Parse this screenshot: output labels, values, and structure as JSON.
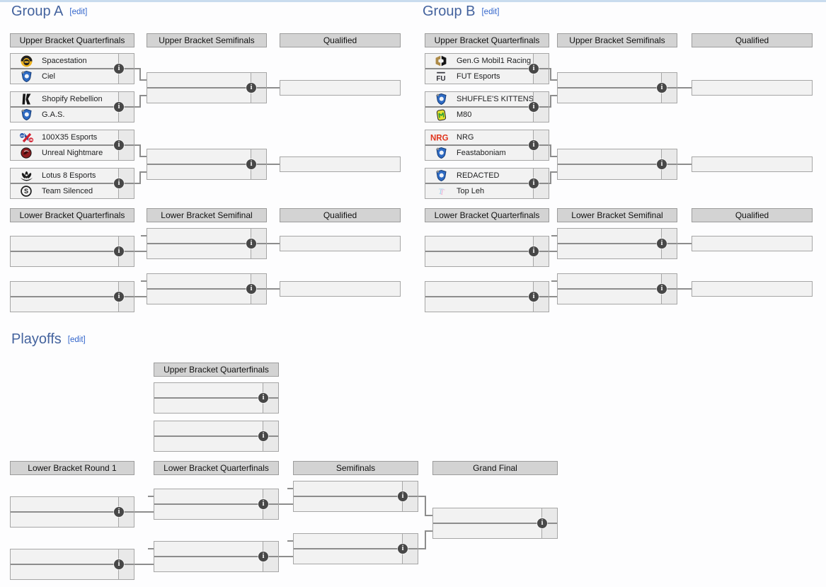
{
  "colors": {
    "top_strip": "#c9dcee",
    "section_title": "#44639e",
    "edit_link": "#3366cc",
    "round_header_bg": "#d3d3d3",
    "match_bg": "#f2f2f2",
    "score_cell_bg": "#e9e9e9",
    "box_border": "#a6a6a6",
    "connector": "#8d8d8d",
    "info_icon_bg": "#474747",
    "nrg_red": "#e1351d"
  },
  "icons": {
    "info_glyph": "i"
  },
  "groups": [
    {
      "title": "Group A",
      "edit_label": "[edit]",
      "upper_headers": [
        "Upper Bracket Quarterfinals",
        "Upper Bracket Semifinals",
        "Qualified"
      ],
      "lower_headers": [
        "Lower Bracket Quarterfinals",
        "Lower Bracket Semifinal",
        "Qualified"
      ],
      "upper_quarterfinal_matches": [
        {
          "top": {
            "name": "Spacestation",
            "icon": "spacestation-logo"
          },
          "bottom": {
            "name": "Ciel",
            "icon": "rocket-league-shield"
          }
        },
        {
          "top": {
            "name": "Shopify Rebellion",
            "icon": "shopify-rebellion-logo"
          },
          "bottom": {
            "name": "G.A.S.",
            "icon": "rocket-league-shield"
          }
        },
        {
          "top": {
            "name": "100X35 Esports",
            "icon": "100x35-logo"
          },
          "bottom": {
            "name": "Unreal Nightmare",
            "icon": "unreal-nightmare-logo"
          }
        },
        {
          "top": {
            "name": "Lotus 8 Esports",
            "icon": "lotus8-logo"
          },
          "bottom": {
            "name": "Team Silenced",
            "icon": "team-silenced-logo"
          }
        }
      ]
    },
    {
      "title": "Group B",
      "edit_label": "[edit]",
      "upper_headers": [
        "Upper Bracket Quarterfinals",
        "Upper Bracket Semifinals",
        "Qualified"
      ],
      "lower_headers": [
        "Lower Bracket Quarterfinals",
        "Lower Bracket Semifinal",
        "Qualified"
      ],
      "upper_quarterfinal_matches": [
        {
          "top": {
            "name": "Gen.G Mobil1 Racing",
            "icon": "geng-logo"
          },
          "bottom": {
            "name": "FUT Esports",
            "icon": "fut-logo"
          }
        },
        {
          "top": {
            "name": "SHUFFLE'S KITTENS",
            "icon": "rocket-league-shield"
          },
          "bottom": {
            "name": "M80",
            "icon": "m80-logo"
          }
        },
        {
          "top": {
            "name": "NRG",
            "icon": "nrg-logo"
          },
          "bottom": {
            "name": "Feastaboniam",
            "icon": "rocket-league-shield"
          }
        },
        {
          "top": {
            "name": "REDACTED",
            "icon": "rocket-league-shield"
          },
          "bottom": {
            "name": "Top Leh",
            "icon": "topleh-logo"
          }
        }
      ]
    }
  ],
  "playoffs": {
    "title": "Playoffs",
    "edit_label": "[edit]",
    "upper_header": "Upper Bracket Quarterfinals",
    "lower_headers": [
      "Lower Bracket Round 1",
      "Lower Bracket Quarterfinals",
      "Semifinals",
      "Grand Final"
    ]
  }
}
